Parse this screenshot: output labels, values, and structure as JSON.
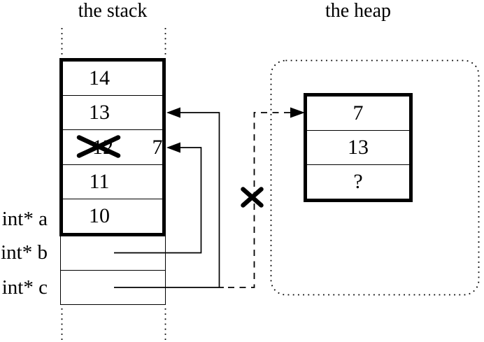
{
  "colors": {
    "ink": "#000000",
    "paper": "#ffffff"
  },
  "titles": {
    "stack": "the stack",
    "heap": "the heap"
  },
  "stack": {
    "cells": [
      {
        "value": "14"
      },
      {
        "value": "13"
      },
      {
        "old_value": "12",
        "new_value": "7",
        "crossed_out": true
      },
      {
        "value": "11"
      },
      {
        "value": "10"
      }
    ]
  },
  "pointers": [
    {
      "name": "a",
      "label": "int* a"
    },
    {
      "name": "b",
      "label": "int* b"
    },
    {
      "name": "c",
      "label": "int* c"
    }
  ],
  "heap": {
    "cells": [
      {
        "value": "7"
      },
      {
        "value": "13"
      },
      {
        "value": "?"
      }
    ]
  },
  "icons": {
    "cross_out": "cross-out-x",
    "arrow_into_stack": "left-arrowhead",
    "arrow_into_heap": "right-arrowhead"
  }
}
